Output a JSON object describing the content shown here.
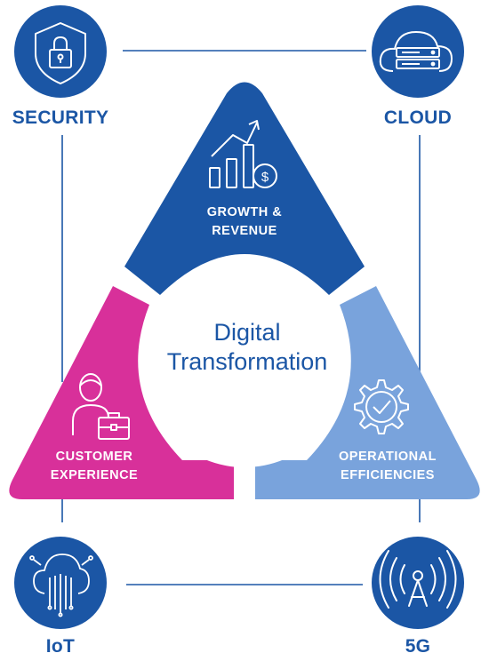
{
  "center": {
    "line1": "Digital",
    "line2": "Transformation"
  },
  "segments": {
    "top": {
      "line1": "GROWTH &",
      "line2": "REVENUE",
      "icon": "growth-chart-icon"
    },
    "left": {
      "line1": "CUSTOMER",
      "line2": "EXPERIENCE",
      "icon": "customer-briefcase-icon"
    },
    "right": {
      "line1": "OPERATIONAL",
      "line2": "EFFICIENCIES",
      "icon": "gear-check-icon"
    }
  },
  "corners": {
    "top_left": {
      "label": "SECURITY",
      "icon": "shield-lock-icon"
    },
    "top_right": {
      "label": "CLOUD",
      "icon": "cloud-server-icon"
    },
    "bottom_left": {
      "label": "IoT",
      "icon": "iot-cloud-icon"
    },
    "bottom_right": {
      "label": "5G",
      "icon": "antenna-signal-icon"
    }
  },
  "colors": {
    "dark_blue": "#1b56a5",
    "magenta": "#d8309a",
    "light_blue": "#79a3dc",
    "line": "#1b56a5",
    "white": "#ffffff"
  }
}
